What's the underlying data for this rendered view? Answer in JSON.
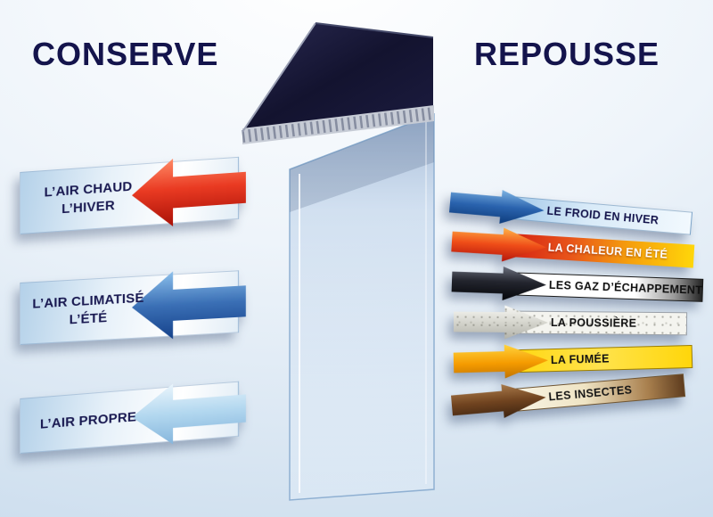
{
  "conserve_panel": {
    "heading": "CONSERVE",
    "arrow_direction": "left",
    "items": [
      {
        "line1": "L’AIR CHAUD",
        "line2": "L’HIVER",
        "arrow_color": "#e93a22"
      },
      {
        "line1": "L’AIR CLIMATISÉ",
        "line2": "L’ÉTÉ",
        "arrow_color": "#3a6fb5"
      },
      {
        "line1": "L’AIR PROPRE",
        "line2": "",
        "arrow_color": "#b2d7ef"
      }
    ]
  },
  "repousse_panel": {
    "heading": "REPOUSSE",
    "arrow_direction": "right",
    "items": [
      {
        "label": "LE FROID EN HIVER",
        "arrow_color": "#2a63ae",
        "band_color": "#d8eaf8"
      },
      {
        "label": "LA CHALEUR EN ÉTÉ",
        "arrow_color": "#ef4d18",
        "band_color": "#f59d0c"
      },
      {
        "label": "LES GAZ D’ÉCHAPPEMENT",
        "arrow_color": "#16181f",
        "band_color": "#ffffff"
      },
      {
        "label": "LA POUSSIÈRE",
        "arrow_color": "#d2d2ca",
        "band_color": "#f4f4ef"
      },
      {
        "label": "LA FUMÉE",
        "arrow_color": "#f59b00",
        "band_color": "#ffd60a"
      },
      {
        "label": "LES INSECTES",
        "arrow_color": "#70431f",
        "band_color": "#efe4c4"
      }
    ]
  },
  "palette": {
    "background_top": "#ffffff",
    "background_bottom": "#cddeee",
    "title_text": "#14144c",
    "unit_body": "#13132f",
    "glass_panel": "#b9cfe8"
  }
}
